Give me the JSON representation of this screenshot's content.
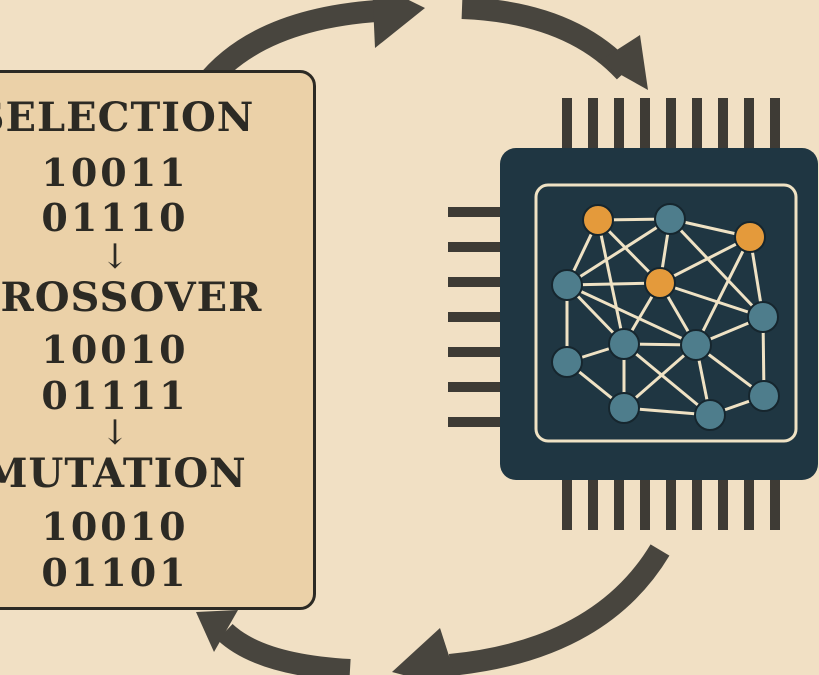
{
  "steps": [
    {
      "label": "SELECTION",
      "bits": [
        "10011",
        "01110"
      ]
    },
    {
      "label": "CROSSOVER",
      "bits": [
        "10010",
        "01111"
      ]
    },
    {
      "label": "MUTATION",
      "bits": [
        "10010",
        "01101"
      ]
    }
  ],
  "flow_arrow": "↓",
  "colors": {
    "background": "#f1e0c4",
    "panel": "#ebd1a8",
    "ink": "#2c2a24",
    "chip_body": "#1f3642",
    "pin": "#3e3b35",
    "node_blue": "#4e7d8c",
    "node_orange": "#e49a3b",
    "edge": "#efe2c4"
  },
  "icons": [
    "cycle-arrow-icon",
    "microchip-icon",
    "neural-network-icon"
  ]
}
